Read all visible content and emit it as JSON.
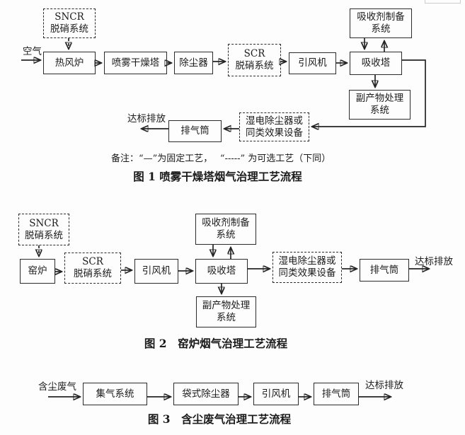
{
  "accent_color": "#1b1b1b",
  "background_color": "#fdfdfd",
  "fig1": {
    "air_label": "空气",
    "nodes": {
      "sncr": "SNCR\n脱硝系统",
      "furnace": "热风炉",
      "spray_dryer": "喷雾干燥塔",
      "dust_collector": "除尘器",
      "scr": "SCR\n脱硝系统",
      "fan": "引风机",
      "absorber": "吸收塔",
      "absorbent_prep": "吸收剂制备\n系统",
      "byproduct": "副产物处理\n系统",
      "wet_esp": "湿电除尘器或\n同类效果设备",
      "stack": "排气筒"
    },
    "discharge_label": "达标排放",
    "note": "备注：“—”为固定工艺，　 “-----” 为可选工艺（下同）",
    "caption": "图 1  喷雾干燥塔烟气治理工艺流程"
  },
  "fig2": {
    "nodes": {
      "sncr": "SNCR\n脱硝系统",
      "kiln": "窑炉",
      "scr": "SCR\n脱硝系统",
      "fan": "引风机",
      "absorber": "吸收塔",
      "absorbent_prep": "吸收剂制备\n系统",
      "byproduct": "副产物处理\n系统",
      "wet_esp": "湿电除尘器或\n同类效果设备",
      "stack": "排气筒"
    },
    "discharge_label": "达标排放",
    "caption": "图 2　窑炉烟气治理工艺流程"
  },
  "fig3": {
    "input_label": "含尘废气",
    "nodes": {
      "gas_collection": "集气系统",
      "bag_filter": "袋式除尘器",
      "fan": "引风机",
      "stack": "排气筒"
    },
    "discharge_label": "达标排放",
    "caption": "图 3　含尘废气治理工艺流程"
  }
}
